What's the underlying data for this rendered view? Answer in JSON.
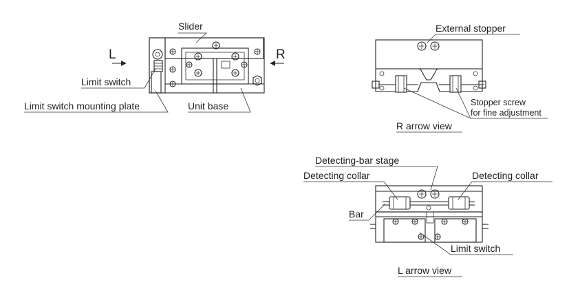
{
  "labels": {
    "slider": "Slider",
    "left": "L",
    "right": "R",
    "limit_switch_main": "Limit switch",
    "limit_switch_mounting_plate": "Limit switch mounting plate",
    "unit_base": "Unit base",
    "external_stopper": "External stopper",
    "stopper_screw_line1": "Stopper screw",
    "stopper_screw_line2": "for fine adjustment",
    "r_arrow_view": "R arrow view",
    "detecting_bar_stage": "Detecting-bar stage",
    "detecting_collar_left": "Detecting collar",
    "detecting_collar_right": "Detecting collar",
    "bar": "Bar",
    "limit_switch_lview": "Limit switch",
    "l_arrow_view": "L arrow view"
  }
}
